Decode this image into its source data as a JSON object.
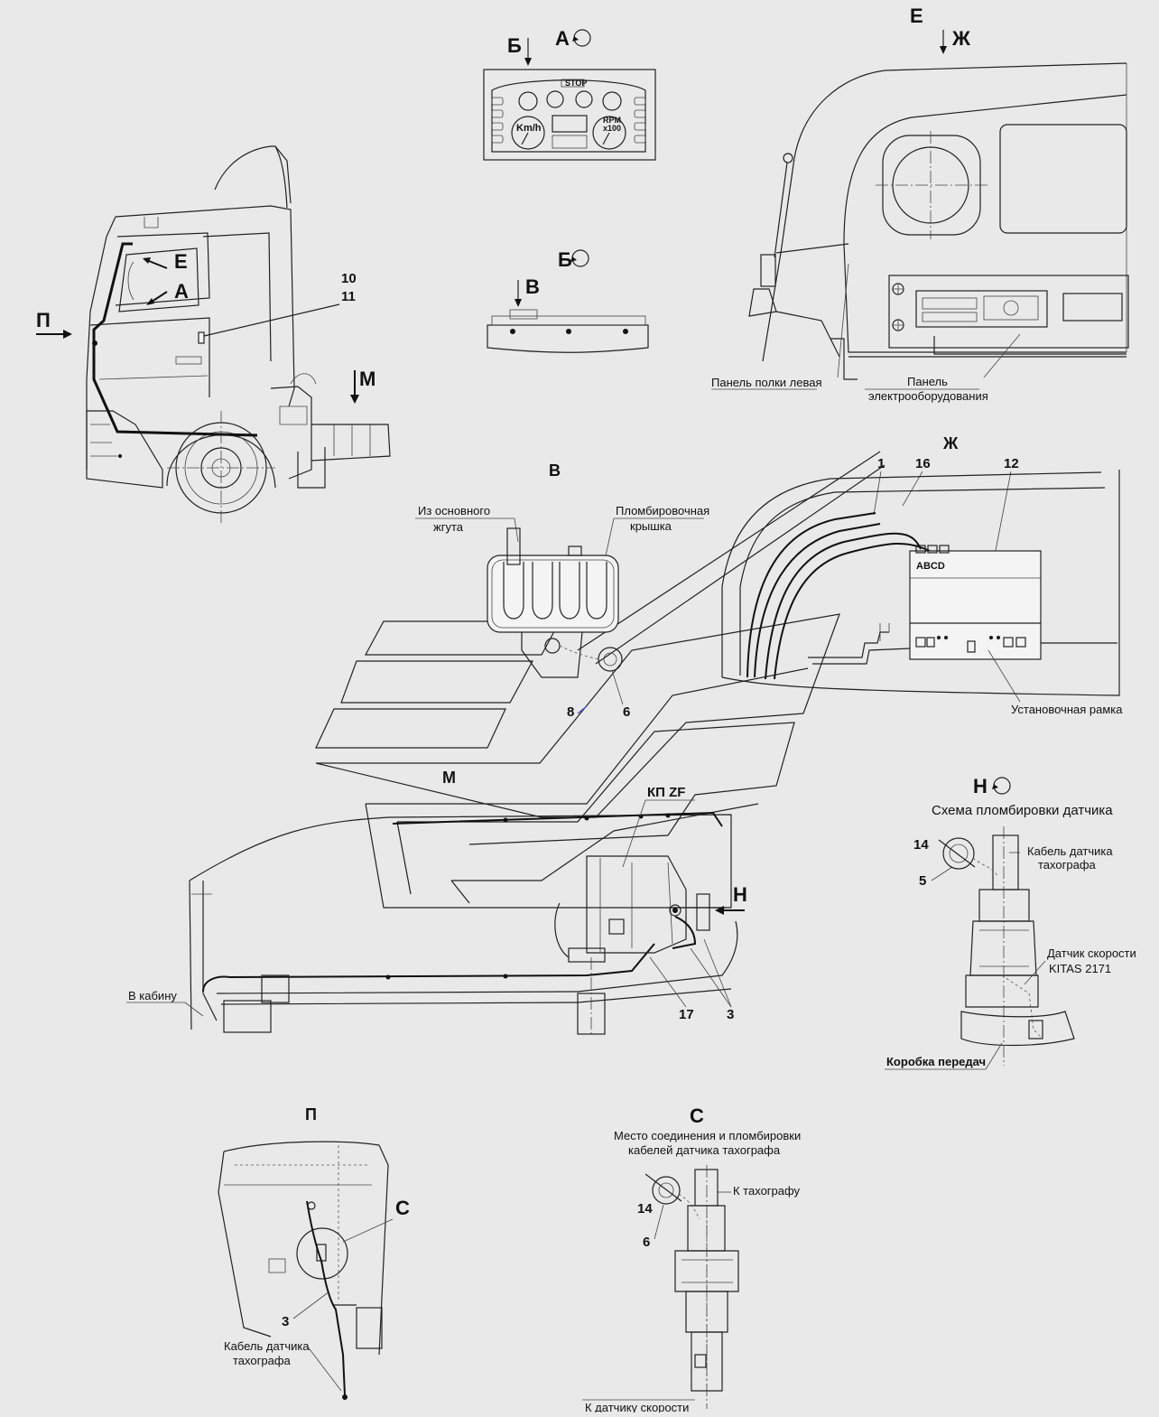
{
  "views": {
    "A": "А",
    "A_rot": "А",
    "B": "Б",
    "B_rot": "Б",
    "V": "В",
    "V_top": "В",
    "E": "Е",
    "E_top": "Е",
    "Zh": "Ж",
    "Zh_top": "Ж",
    "M": "М",
    "M_top": "М",
    "P": "П",
    "P_top": "П",
    "N": "Н",
    "N_rot": "Н",
    "S": "С",
    "S_top": "С"
  },
  "cab_labels": {
    "E": "Е",
    "A": "А"
  },
  "dashboard": {
    "speed_unit": "Km/h",
    "rpm_unit": "RPM",
    "rpm_mult": "x100",
    "stop": "STOP"
  },
  "numbers": {
    "n10": "10",
    "n11": "11",
    "n1": "1",
    "n16": "16",
    "n12": "12",
    "n8": "8",
    "n6": "6",
    "n17": "17",
    "n3": "3",
    "n14": "14",
    "n5": "5",
    "n14b": "14",
    "n6b": "6",
    "n3b": "3"
  },
  "labels": {
    "shelf_panel": "Панель полки левая",
    "elec_panel_1": "Панель",
    "elec_panel_2": "электрооборудования",
    "main_harness_1": "Из основного",
    "main_harness_2": "жгута",
    "seal_cover_1": "Пломбировочная",
    "seal_cover_2": "крышка",
    "abcd": "ABCD",
    "mount_frame": "Установочная рамка",
    "kp_zf": "КП ZF",
    "to_cab": "В кабину",
    "sensor_seal_title": "Схема пломбировки датчика",
    "sensor_cable_1": "Кабель датчика",
    "sensor_cable_2": "тахографа",
    "speed_sensor_1": "Датчик скорости",
    "speed_sensor_2": "KITAS 2171",
    "gearbox": "Коробка передач",
    "joint_title_1": "Место соединения и пломбировки",
    "joint_title_2": "кабелей датчика тахографа",
    "to_tacho": "К тахографу",
    "to_speed_sensor": "К датчику скорости",
    "p_cable_1": "Кабель датчика",
    "p_cable_2": "тахографа"
  }
}
